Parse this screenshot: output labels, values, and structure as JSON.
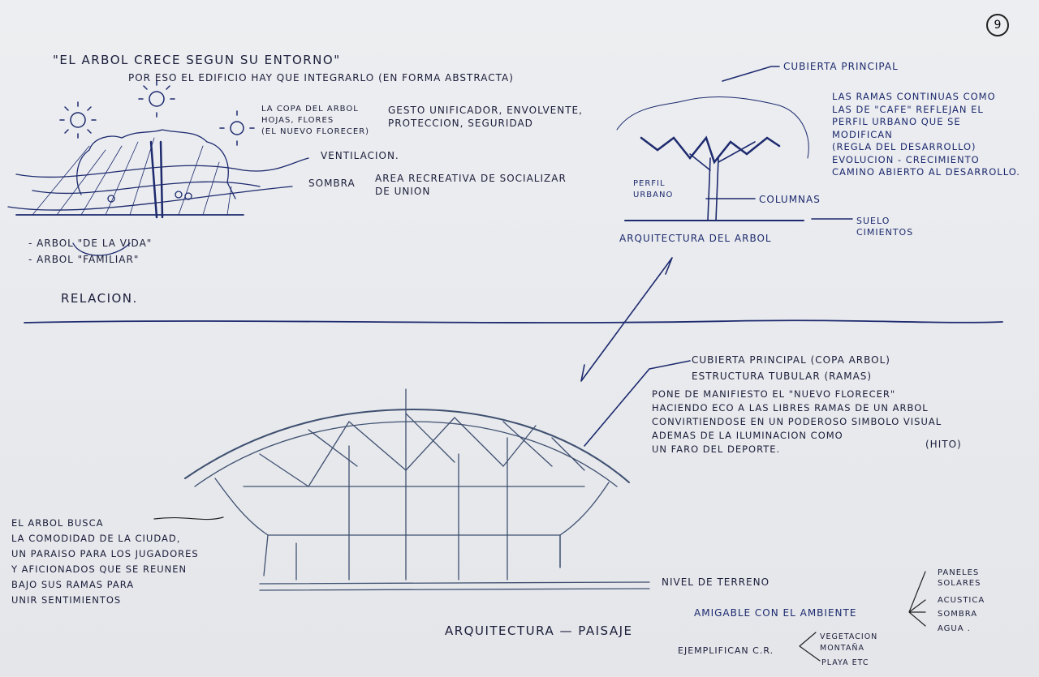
{
  "page_number": "9",
  "tree_concept": {
    "title": "\"EL ARBOL CRECE SEGUN SU ENTORNO\"",
    "subtitle": "POR ESO EL EDIFICIO HAY QUE INTEGRARLO (EN FORMA ABSTRACTA)",
    "copa_label": "LA COPA DEL ARBOL\nHOJAS, FLORES\n(EL NUEVO FLORECER)",
    "copa_meaning": "GESTO UNIFICADOR, ENVOLVENTE,\nPROTECCION, SEGURIDAD",
    "ventilacion": "VENTILACION.",
    "sombra": "SOMBRA",
    "sombra_meaning": "AREA RECREATIVA DE SOCIALIZAR\nDE UNION",
    "list": [
      "- ARBOL \"DE LA VIDA\"",
      "- ARBOL \"FAMILIAR\""
    ],
    "relacion": "RELACION."
  },
  "tree_architecture": {
    "cubierta": "CUBIERTA PRINCIPAL",
    "ramas_text": "LAS RAMAS CONTINUAS COMO\nLAS DE \"CAFE\" REFLEJAN EL\nPERFIL URBANO QUE SE\nMODIFICAN\n(REGLA DEL DESARROLLO)\nEVOLUCION - CRECIMIENTO\nCAMINO ABIERTO AL DESARROLLO.",
    "perfil": "PERFIL\nURBANO",
    "columnas": "COLUMNAS",
    "suelo": "SUELO\nCIMIENTOS",
    "caption": "ARQUITECTURA DEL ARBOL"
  },
  "building": {
    "cubierta": "CUBIERTA PRINCIPAL (COPA ARBOL)",
    "estructura": "ESTRUCTURA TUBULAR (RAMAS)",
    "description": "PONE DE MANIFIESTO EL \"NUEVO FLORECER\"\nHACIENDO ECO A LAS LIBRES RAMAS DE UN ARBOL\nCONVIRTIENDOSE EN UN PODEROSO SIMBOLO VISUAL\nADEMAS DE LA ILUMINACION COMO\nUN FARO DEL DEPORTE.",
    "hito": "(HITO)",
    "left_text": "EL ARBOL BUSCA\nLA COMODIDAD DE LA CIUDAD,\nUN PARAISO PARA LOS JUGADORES\nY AFICIONADOS QUE SE REUNEN\nBAJO SUS RAMAS PARA\nUNIR SENTIMIENTOS",
    "nivel": "NIVEL DE TERRENO"
  },
  "landscape": {
    "title": "ARQUITECTURA — PAISAJE",
    "amigable": "AMIGABLE CON EL AMBIENTE",
    "amigable_items": [
      "PANELES\nSOLARES",
      "ACUSTICA",
      "SOMBRA",
      "AGUA ."
    ],
    "ejemplifican": "EJEMPLIFICAN C.R.",
    "ejemplos": [
      "VEGETACION",
      "MONTAÑA",
      "PLAYA ETC"
    ]
  }
}
